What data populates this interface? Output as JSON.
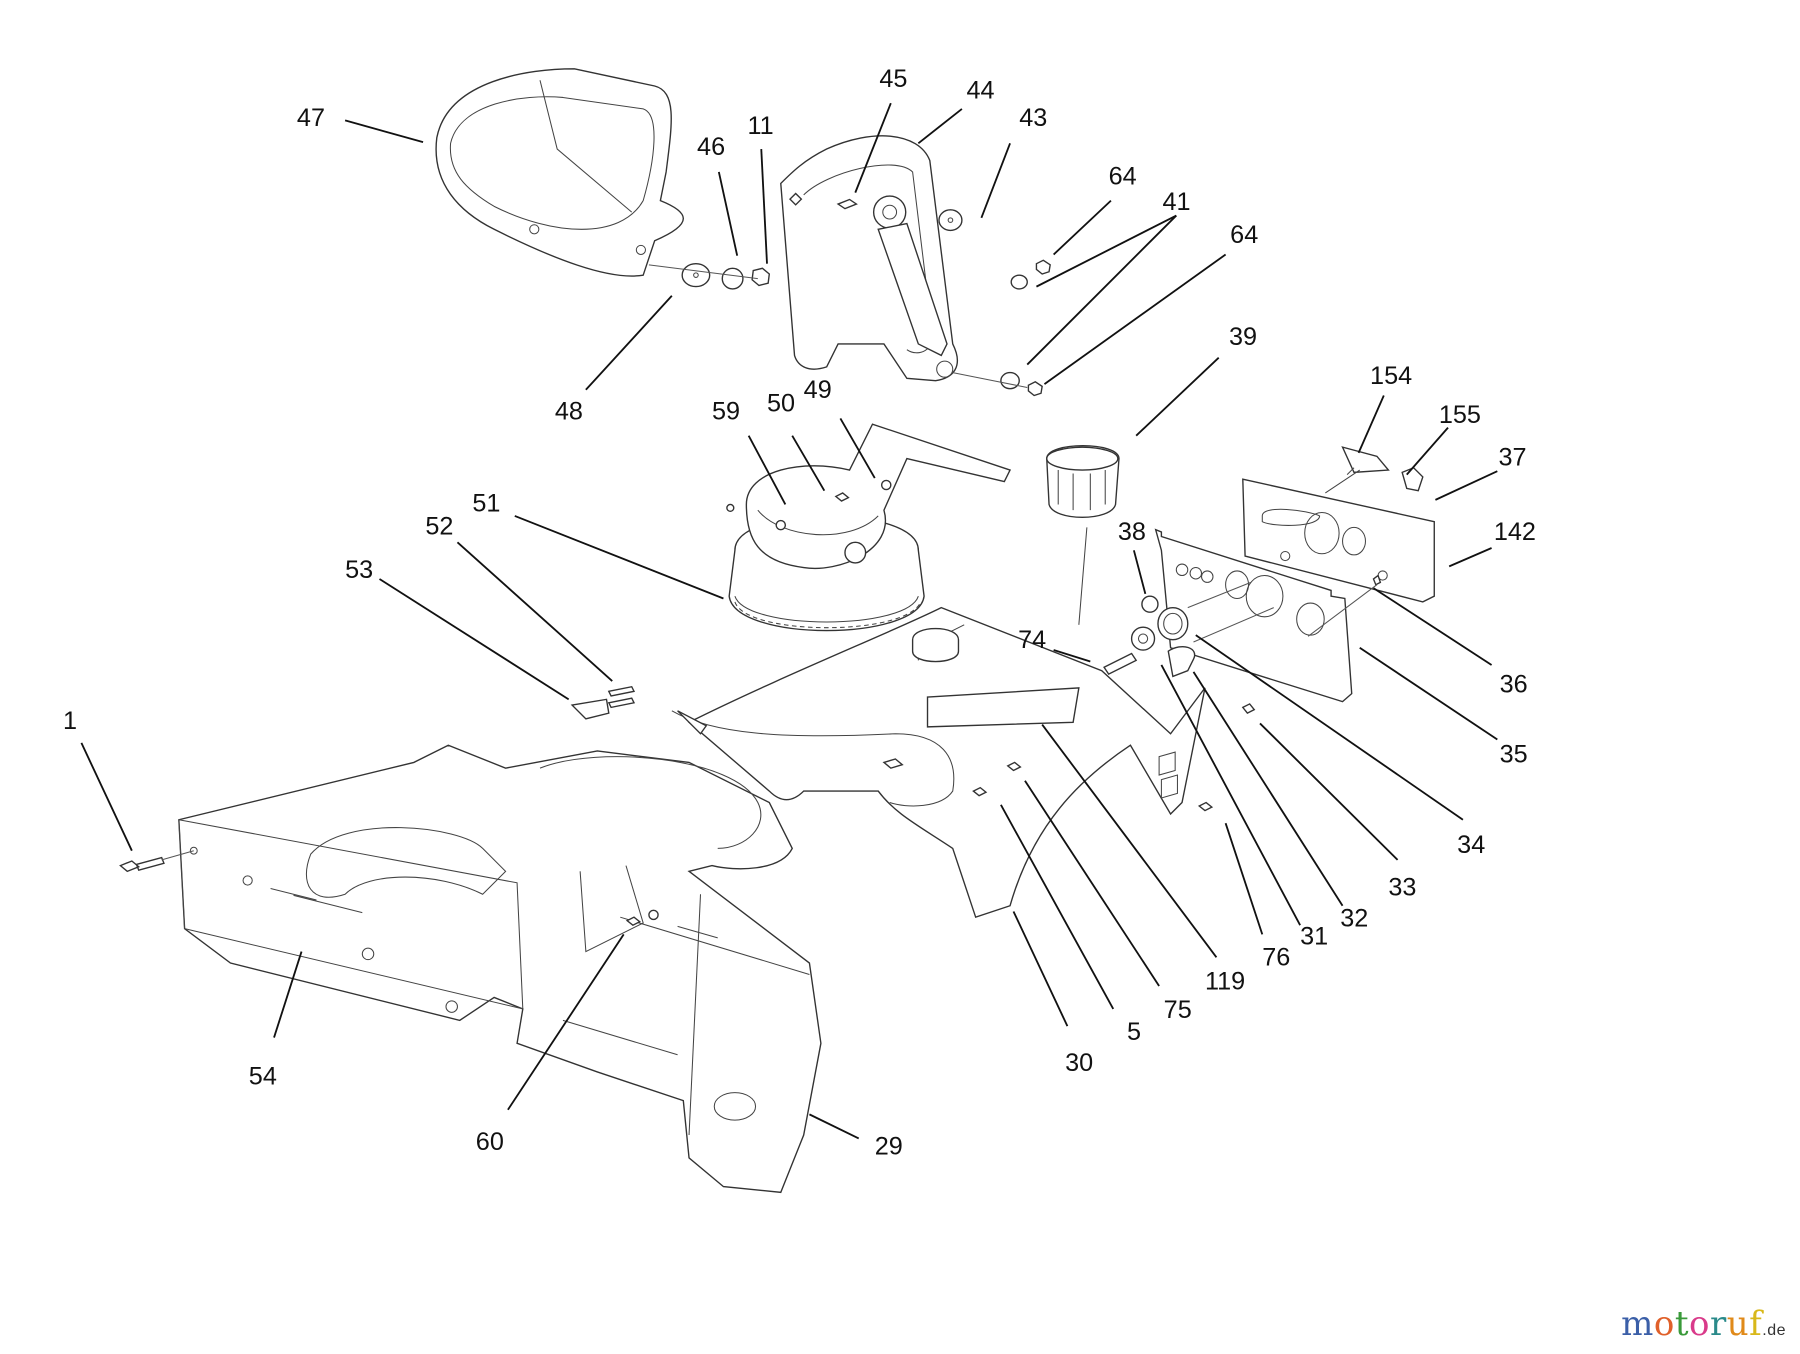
{
  "diagram": {
    "title": "Exploded parts diagram - snow thrower housing, chute and control panel",
    "callouts": [
      {
        "id": "47",
        "text": "47"
      },
      {
        "id": "46",
        "text": "46"
      },
      {
        "id": "11",
        "text": "11"
      },
      {
        "id": "45",
        "text": "45"
      },
      {
        "id": "44",
        "text": "44"
      },
      {
        "id": "43",
        "text": "43"
      },
      {
        "id": "64a",
        "text": "64"
      },
      {
        "id": "41",
        "text": "41"
      },
      {
        "id": "64b",
        "text": "64"
      },
      {
        "id": "39",
        "text": "39"
      },
      {
        "id": "48",
        "text": "48"
      },
      {
        "id": "59",
        "text": "59"
      },
      {
        "id": "50",
        "text": "50"
      },
      {
        "id": "49",
        "text": "49"
      },
      {
        "id": "154",
        "text": "154"
      },
      {
        "id": "155",
        "text": "155"
      },
      {
        "id": "37",
        "text": "37"
      },
      {
        "id": "142",
        "text": "142"
      },
      {
        "id": "51",
        "text": "51"
      },
      {
        "id": "52",
        "text": "52"
      },
      {
        "id": "38",
        "text": "38"
      },
      {
        "id": "53",
        "text": "53"
      },
      {
        "id": "74",
        "text": "74"
      },
      {
        "id": "36",
        "text": "36"
      },
      {
        "id": "1",
        "text": "1"
      },
      {
        "id": "35",
        "text": "35"
      },
      {
        "id": "34",
        "text": "34"
      },
      {
        "id": "33",
        "text": "33"
      },
      {
        "id": "32",
        "text": "32"
      },
      {
        "id": "31",
        "text": "31"
      },
      {
        "id": "76",
        "text": "76"
      },
      {
        "id": "119",
        "text": "119"
      },
      {
        "id": "75",
        "text": "75"
      },
      {
        "id": "5",
        "text": "5"
      },
      {
        "id": "30",
        "text": "30"
      },
      {
        "id": "54",
        "text": "54"
      },
      {
        "id": "60",
        "text": "60"
      },
      {
        "id": "29",
        "text": "29"
      }
    ]
  },
  "watermark": {
    "letters": [
      {
        "ch": "m",
        "color": "#3b5fa8"
      },
      {
        "ch": "o",
        "color": "#e0602a"
      },
      {
        "ch": "t",
        "color": "#3a9a3a"
      },
      {
        "ch": "o",
        "color": "#d93a8a"
      },
      {
        "ch": "r",
        "color": "#2a8a8a"
      },
      {
        "ch": "u",
        "color": "#e08a1a"
      },
      {
        "ch": "f",
        "color": "#d8b81a"
      }
    ],
    "suffix": ".de"
  }
}
